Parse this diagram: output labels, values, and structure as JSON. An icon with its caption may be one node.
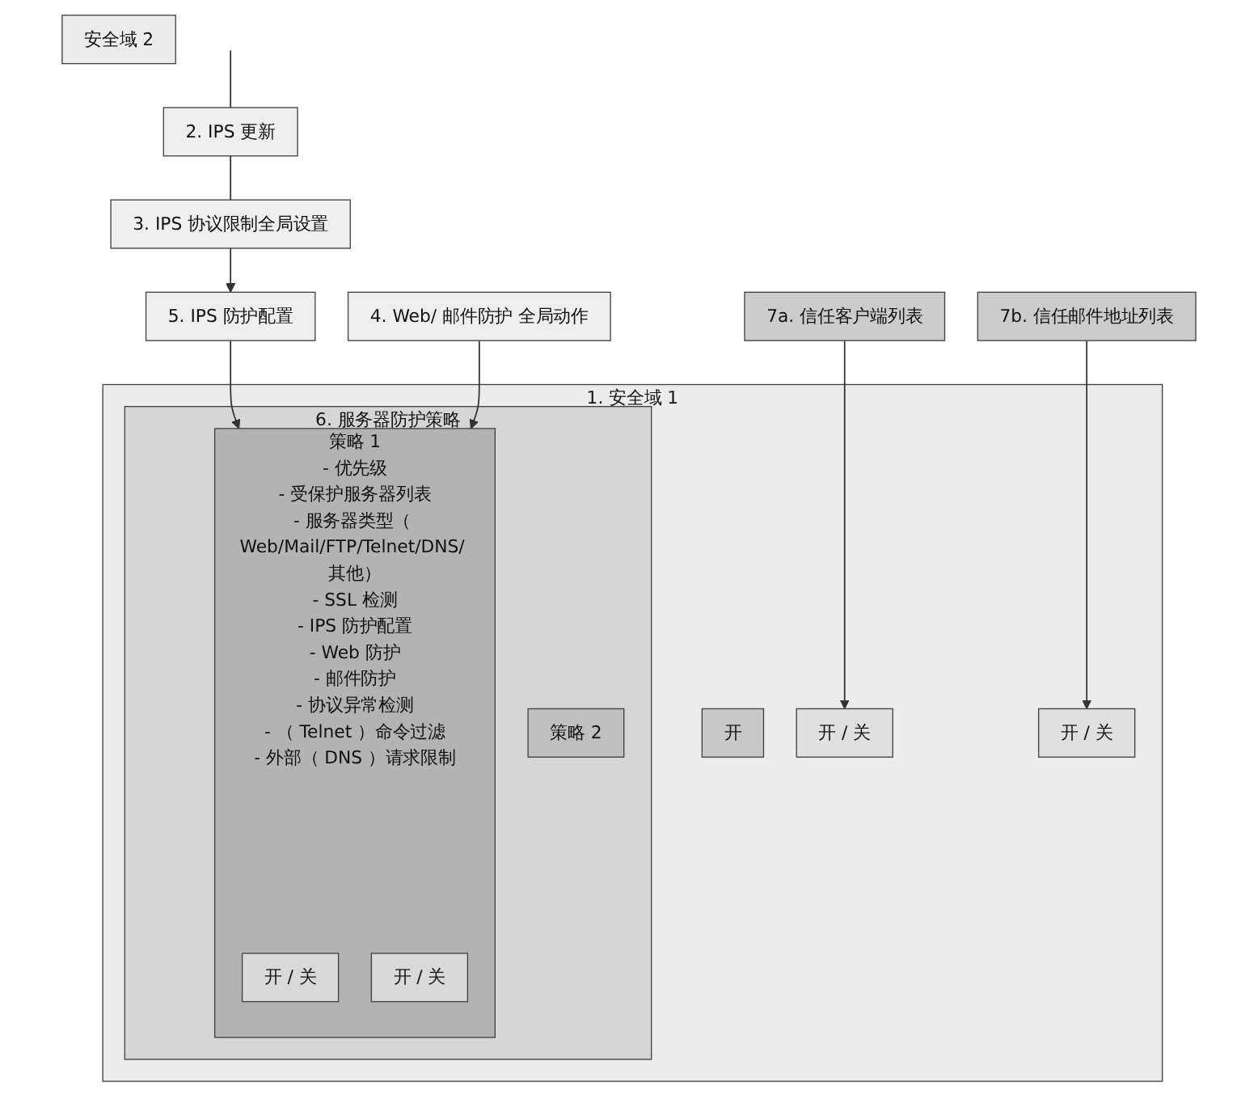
{
  "diagram": {
    "nodes": [
      {
        "text": [
          "1. 安全域 1"
        ]
      },
      {
        "text": [
          "开"
        ],
        "in": 0
      },
      {
        "text": [
          "6. 服务器防护策略"
        ],
        "in": 0
      },
      {
        "text": [
          "策略 1",
          "- 优先级",
          "- 受保护服务器列表",
          "- 服务器类型（ Web/Mail/FTP/Telnet/DNS/ 其他）",
          "- SSL 检测",
          "- IPS 防护配置",
          "- Web 防护",
          "- 邮件防护",
          "- 协议异常检测",
          "- （ Telnet ）命令过滤",
          "- 外部（ DNS ）请求限制"
        ],
        "in": 2
      },
      {
        "text": [
          "开 / 关"
        ],
        "in": 3
      },
      {
        "text": [
          "开 / 关"
        ],
        "in": 3
      },
      {
        "text": [
          "策略 2"
        ],
        "in": 2
      },
      {
        "text": [
          "开 / 关"
        ],
        "in": 0
      },
      {
        "text": [
          "开 / 关"
        ],
        "in": 0
      },
      {
        "text": [
          "2. IPS 更新"
        ]
      },
      {
        "text": [
          "3. IPS 协议限制全局设置"
        ]
      },
      {
        "text": [
          "5. IPS 防护配置"
        ]
      },
      {
        "text": [
          "4. Web/ 邮件防护 全局动作"
        ]
      },
      {
        "text": [
          "7a. 信任客户端列表"
        ]
      },
      {
        "text": [
          "7b. 信任邮件地址列表"
        ]
      },
      {
        "text": [
          "安全域 2"
        ]
      }
    ],
    "edges": [
      {
        "from": null,
        "to": 9,
        "arrow": "none"
      },
      {
        "from": 9,
        "to": 10,
        "arrow": "none"
      },
      {
        "from": 10,
        "to": 11,
        "arrow": "to"
      },
      {
        "from": 11,
        "to": 3,
        "arrow": "to"
      },
      {
        "from": 12,
        "to": 3,
        "arrow": "to"
      },
      {
        "from": 13,
        "to": 7,
        "arrow": "to"
      },
      {
        "from": 14,
        "to": 8,
        "arrow": "to"
      }
    ]
  }
}
